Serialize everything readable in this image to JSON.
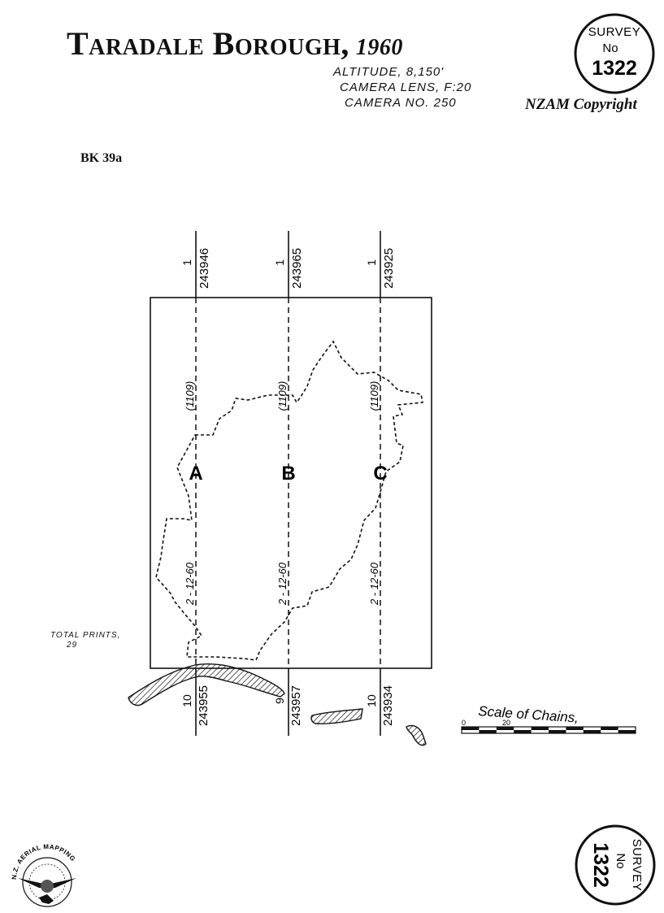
{
  "header": {
    "title": "Taradale Borough",
    "separator": ",",
    "year": "1960",
    "altitude": "Altitude, 8,150'",
    "camera_lens": "Camera Lens, F:20",
    "camera_no": "Camera No. 250",
    "copyright": "NZAM Copyright",
    "book_ref": "BK 39a"
  },
  "survey_stamp": {
    "label": "Survey",
    "no_label": "No",
    "number": "1322"
  },
  "flight_runs": [
    {
      "letter": "A",
      "top_prints": "1",
      "top_film": "243946",
      "height_code": "(1109)",
      "date": "2 - 12-60",
      "bottom_prints": "10",
      "bottom_film": "243955"
    },
    {
      "letter": "B",
      "top_prints": "1",
      "top_film": "243965",
      "height_code": "(1109)",
      "date": "2 - 12-60",
      "bottom_prints": "9",
      "bottom_film": "243957"
    },
    {
      "letter": "C",
      "top_prints": "1",
      "top_film": "243925",
      "height_code": "(1109)",
      "date": "2 - 12-60",
      "bottom_prints": "10",
      "bottom_film": "243934"
    }
  ],
  "total_prints": {
    "label": "Total Prints,",
    "value": "29"
  },
  "scale": {
    "title": "Scale of Chains,",
    "tick_0": "0",
    "tick_20": "20"
  },
  "logo": {
    "text": "N.Z. AERIAL MAPPING",
    "icon": "aerial-mapping-logo-icon"
  },
  "colors": {
    "ink": "#111111",
    "paper": "#ffffff"
  }
}
